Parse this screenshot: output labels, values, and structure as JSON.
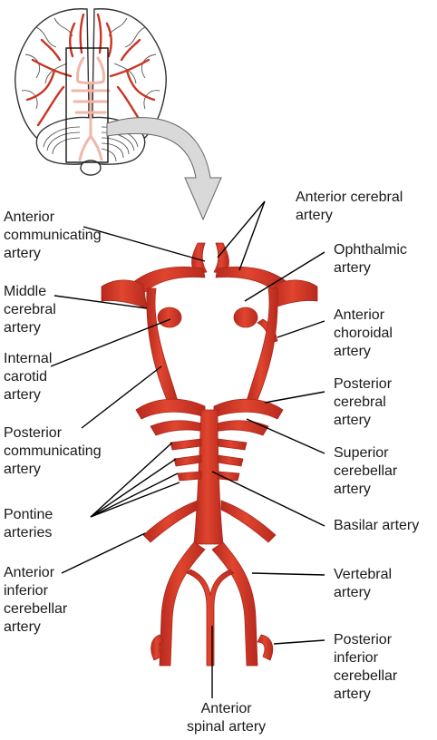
{
  "labels": {
    "anterior_cerebral": [
      "Anterior cerebral",
      "artery"
    ],
    "anterior_communicating": [
      "Anterior",
      "communicating",
      "artery"
    ],
    "ophthalmic": [
      "Ophthalmic",
      "artery"
    ],
    "middle_cerebral": [
      "Middle",
      "cerebral",
      "artery"
    ],
    "anterior_choroidal": [
      "Anterior",
      "choroidal",
      "artery"
    ],
    "internal_carotid": [
      "Internal",
      "carotid",
      "artery"
    ],
    "posterior_cerebral": [
      "Posterior",
      "cerebral",
      "artery"
    ],
    "posterior_communicating": [
      "Posterior",
      "communicating",
      "artery"
    ],
    "superior_cerebellar": [
      "Superior",
      "cerebellar",
      "artery"
    ],
    "pontine": [
      "Pontine",
      "arteries"
    ],
    "basilar": [
      "Basilar artery"
    ],
    "anterior_inferior_cerebellar": [
      "Anterior",
      "inferior",
      "cerebellar",
      "artery"
    ],
    "vertebral": [
      "Vertebral",
      "artery"
    ],
    "posterior_inferior_cerebellar": [
      "Posterior",
      "inferior",
      "cerebellar",
      "artery"
    ],
    "anterior_spinal": [
      "Anterior",
      "spinal artery"
    ]
  },
  "colors": {
    "artery": "#d93a2b",
    "artery_dark": "#a8261b",
    "artery_light": "#ee7b6a",
    "brain_outline": "#333333",
    "inset_highlight": "#f0b7aa",
    "arrow_fill": "#d9d9d9",
    "leader_line": "#000000"
  }
}
